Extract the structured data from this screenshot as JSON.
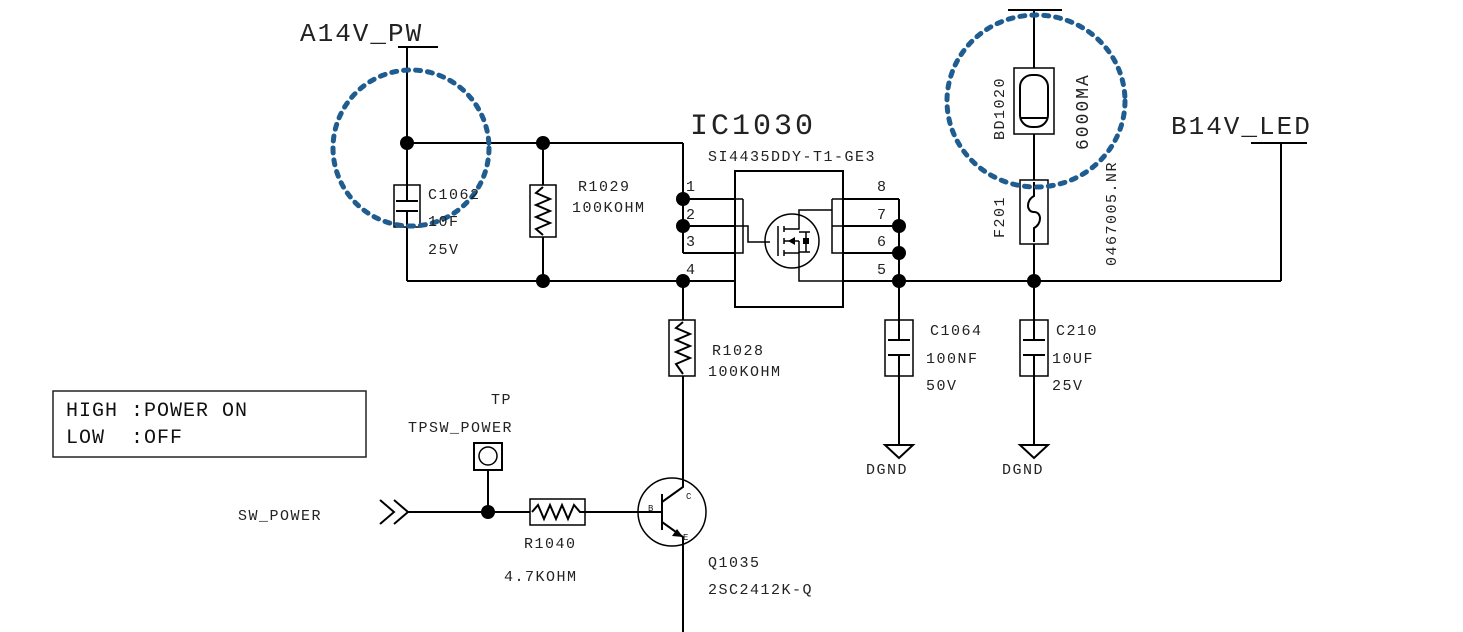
{
  "nets": {
    "input_rail": "A14V_PW",
    "output_rail": "B14V_LED",
    "ground_1": "DGND",
    "ground_2": "DGND",
    "control": "SW_POWER"
  },
  "ic": {
    "ref": "IC1030",
    "part": "SI4435DDY-T1-GE3",
    "pins": [
      "1",
      "2",
      "3",
      "4",
      "5",
      "6",
      "7",
      "8"
    ]
  },
  "components": {
    "c1062": {
      "ref": "C1062",
      "value": "10F",
      "rating": "25V"
    },
    "r1029": {
      "ref": "R1029",
      "value": "100KOHM"
    },
    "r1028": {
      "ref": "R1028",
      "value": "100KOHM"
    },
    "c1064": {
      "ref": "C1064",
      "value": "100NF",
      "rating": "50V"
    },
    "c210": {
      "ref": "C210",
      "value": "10UF",
      "rating": "25V"
    },
    "bd1020": {
      "ref": "BD1020"
    },
    "f201": {
      "ref": "F201",
      "part": "0467005.NR",
      "rating": "6000MA"
    },
    "r1040": {
      "ref": "R1040",
      "value": "4.7KOHM"
    },
    "q1035": {
      "ref": "Q1035",
      "part": "2SC2412K-Q",
      "b": "B",
      "c": "C",
      "e": "E"
    },
    "tp": {
      "label": "TP",
      "ref": "TPSW_POWER"
    }
  },
  "logic_note": {
    "line1": "HIGH :POWER ON",
    "line2": "LOW  :OFF"
  },
  "colors": {
    "wire": "#000000",
    "highlight": "#1f5c8f"
  }
}
